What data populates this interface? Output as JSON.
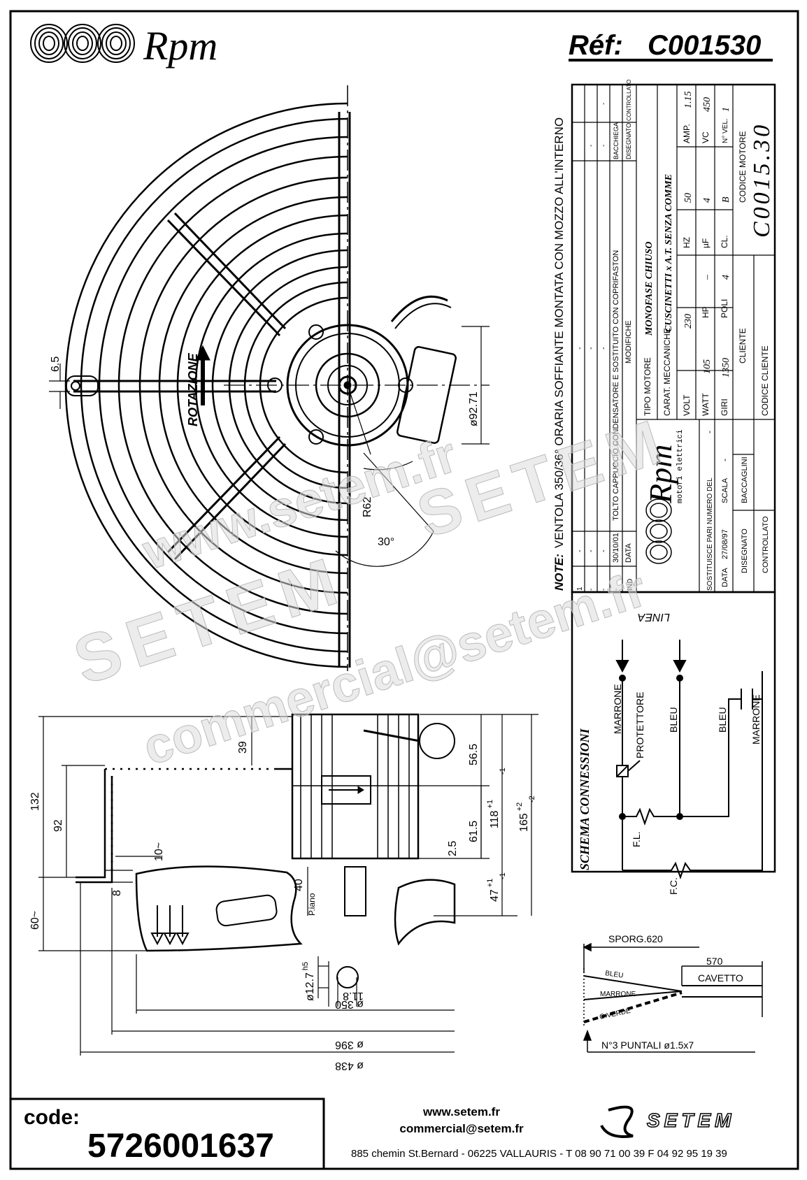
{
  "header": {
    "brand": "Rpm",
    "ref_label": "Réf:",
    "ref_code": "C001530"
  },
  "note": {
    "label": "NOTE:",
    "text": "VENTOLA  350/36° ORARIA SOFFIANTE  MONTATA CON MOZZO ALL'INTERNO"
  },
  "drawing": {
    "rotation_label": "ROTAZIONE",
    "dim_6_5": "6.5",
    "dim_92_71": "ø92.71",
    "dim_r62": "R62",
    "dim_30deg": "30°",
    "dim_39": "39",
    "dim_56_5": "56.5",
    "dim_118": "118",
    "dim_118_tol_top": "+1",
    "dim_118_tol_bot": "-1",
    "dim_165": "165",
    "dim_165_tol_top": "+2",
    "dim_165_tol_bot": "-2",
    "dim_61_5": "61.5",
    "dim_2_5": "2.5",
    "dim_47": "47",
    "dim_47_tol_top": "+1",
    "dim_47_tol_bot": "-1",
    "dim_132": "132",
    "dim_92": "92",
    "dim_10": "10~",
    "dim_8": "8",
    "dim_60": "60~",
    "dim_40": "40",
    "dim_piano": "P.iano",
    "dim_12_7": "ø12.7",
    "dim_12_7_tol": "h5",
    "dim_11_8": "11.8",
    "dim_350": "ø 350",
    "dim_396": "ø 396",
    "dim_438": "ø 438"
  },
  "revisions": {
    "rows": [
      {
        "ind": "1",
        "data": "30/10/01",
        "modifiche": "TOLTO CAPPUCCIO CONDENSATORE E SOSTITUITO CON COPRIFASTON",
        "dis": "BACCHIEGA",
        "contr": ""
      },
      {
        "ind": "-",
        "data": "-",
        "modifiche": "-",
        "dis": "-",
        "contr": "-"
      },
      {
        "ind": "-",
        "data": "-",
        "modifiche": "-",
        "dis": "-",
        "contr": "-"
      },
      {
        "ind": "-",
        "data": "-",
        "modifiche": "-",
        "dis": "-",
        "contr": "-"
      }
    ],
    "h_ind": "IND",
    "h_data": "DATA",
    "h_modifiche": "MODIFICHE",
    "h_dis": "DISEGNATO",
    "h_contr": "CONTROLLATO"
  },
  "specs": {
    "tipo_motore_label": "TIPO MOTORE",
    "tipo_motore": "MONOFASE CHIUSO",
    "carat_label": "CARAT. MECCANICHE",
    "carat": "CUSCINETTI  x  A.T.  SENZA COMME",
    "volt_label": "VOLT",
    "volt": "230",
    "hz_label": "HZ",
    "hz": "50",
    "amp_label": "AMP.",
    "amp": "1.15",
    "watt_label": "WATT",
    "watt": "105",
    "hp_label": "HP",
    "hp": "–",
    "uf_label": "µF",
    "uf": "4",
    "vc_label": "VC",
    "vc": "450",
    "giri_label": "GIRI",
    "giri": "1350",
    "poli_label": "POLI",
    "poli": "4",
    "cl_label": "CL.",
    "cl": "B",
    "nvel_label": "N° VEL.",
    "nvel": "1",
    "cliente_label": "CLIENTE",
    "codice_motore_label": "CODICE MOTORE",
    "codice_motore": "C0015.30",
    "codice_cliente_label": "CODICE CLIENTE",
    "company_brand": "Rpm",
    "company_sub": "motori elettrici",
    "sostituisce_label": "SOSTITUISCE PARI NUMERO DEL",
    "sostituisce": "-",
    "data_label": "DATA",
    "data": "27/08/97",
    "scala_label": "SCALA",
    "scala": "-",
    "disegnato_label": "DISEGNATO",
    "disegnato": "BACCAGLINI",
    "controllato_label": "CONTROLLATO"
  },
  "schema": {
    "title": "SCHEMA CONNESSIONI",
    "linea": "LINEA",
    "marrone": "MARRONE",
    "protettore": "PROTETTORE",
    "bleu": "BLEU",
    "bleu2": "BLEU",
    "marrone2": "MARRONE",
    "fl": "F.L.",
    "fc": "F.C."
  },
  "cable": {
    "sporg": "SPORG.620",
    "len": "570",
    "cavetto": "CAVETTO",
    "bleu": "BLEU",
    "marrone": "MARRONE",
    "gverde": "G.VERDE",
    "puntali": "N°3 PUNTALI  ø1.5x7"
  },
  "footer": {
    "code_label": "code:",
    "code": "5726001637",
    "web": "www.setem.fr",
    "email": "commercial@setem.fr",
    "address": "885 chemin St.Bernard  -  06225 VALLAURIS  -  T 08 90 71 00 39   F 04 92 95 19 39",
    "company": "SETEM"
  },
  "watermark": {
    "line1": "www.setem.fr",
    "line2": "SETEM",
    "line3": "SETEM",
    "line4": "commercial@setem.fr"
  }
}
